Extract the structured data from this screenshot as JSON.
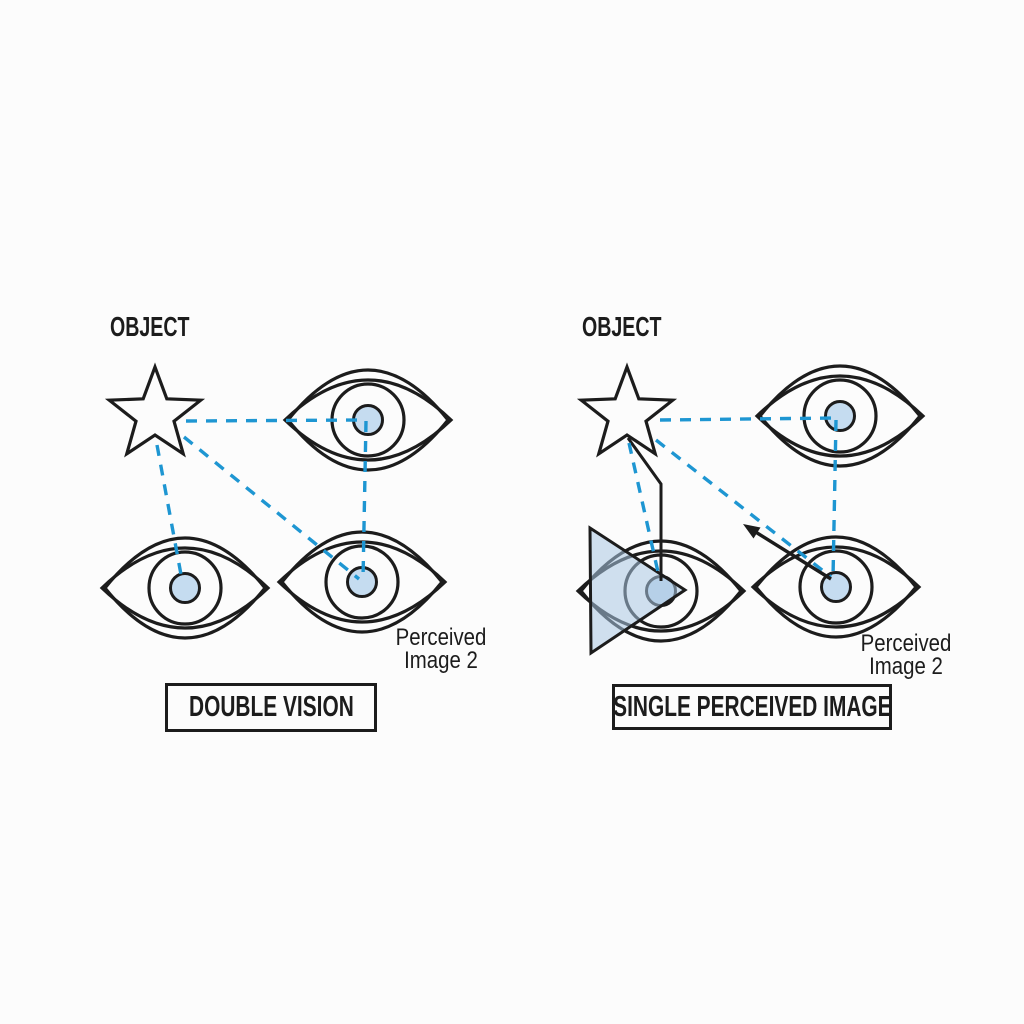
{
  "colors": {
    "background": "#fcfcfc",
    "ink": "#1c1c1c",
    "gaze_line": "#1e96d2",
    "pupil_fill": "#c5dcf0",
    "prism_fill": "#a9c6e2"
  },
  "left_panel": {
    "object_label": "OBJECT",
    "perceived_label": {
      "line1": "Perceived",
      "line2": "Image 2"
    },
    "caption": "DOUBLE VISION"
  },
  "right_panel": {
    "object_label": "OBJECT",
    "perceived_label": {
      "line1": "Perceived",
      "line2": "Image 2"
    },
    "caption": "SINGLE PERCEIVED IMAGE"
  }
}
